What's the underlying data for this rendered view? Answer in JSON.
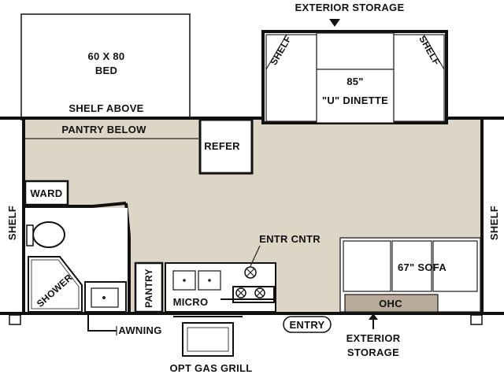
{
  "colors": {
    "floor": "#ddd5c6",
    "ohc": "#b9ab9a",
    "wall": "#111111",
    "fixture": "#ffffff"
  },
  "labels": {
    "exterior_storage_top": "EXTERIOR STORAGE",
    "bed_size": "60 X 80",
    "bed": "BED",
    "shelf_above": "SHELF ABOVE",
    "pantry_below": "PANTRY BELOW",
    "refer": "REFER",
    "dinette_size": "85\"",
    "dinette": "\"U\" DINETTE",
    "shelf_dinette_left": "SHELF",
    "shelf_dinette_right": "SHELF",
    "ward": "WARD",
    "shelf_left": "SHELF",
    "shelf_right": "SHELF",
    "shower": "SHOWER",
    "pantry": "PANTRY",
    "micro": "MICRO",
    "entr_cntr": "ENTR CNTR",
    "sofa": "67\" SOFA",
    "ohc": "OHC",
    "awning": "AWNING",
    "entry": "ENTRY",
    "exterior_storage_bottom_1": "EXTERIOR",
    "exterior_storage_bottom_2": "STORAGE",
    "opt_gas_grill": "OPT GAS GRILL"
  }
}
